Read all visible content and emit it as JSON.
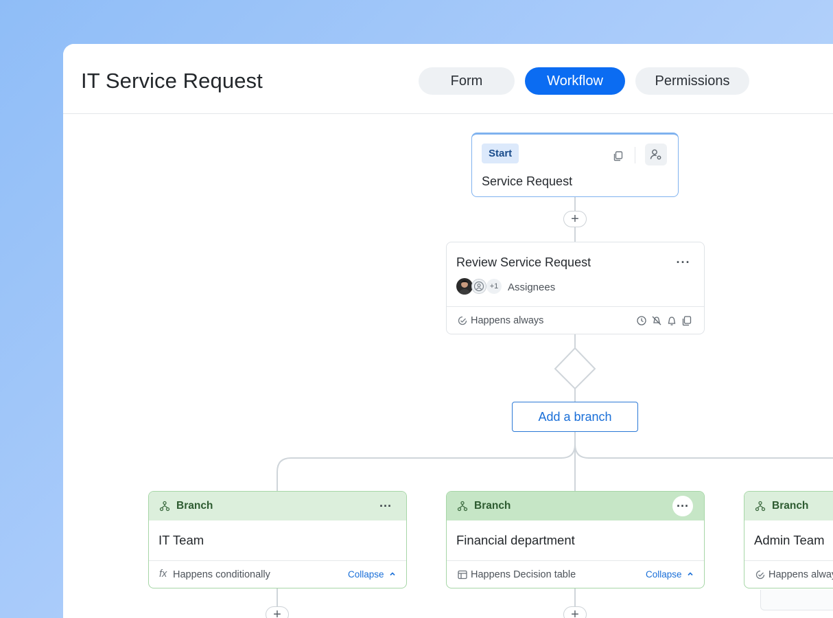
{
  "header": {
    "title": "IT Service Request",
    "tabs": [
      {
        "label": "Form",
        "active": false
      },
      {
        "label": "Workflow",
        "active": true
      },
      {
        "label": "Permissions",
        "active": false
      }
    ]
  },
  "start_node": {
    "badge": "Start",
    "title": "Service Request",
    "icons": [
      "copy-icon",
      "user-settings-icon"
    ]
  },
  "review_node": {
    "title": "Review Service Request",
    "extra_count": "+1",
    "assignees_label": "Assignees",
    "condition": "Happens always",
    "icons": [
      "clock-icon",
      "bell-off-icon",
      "bell-icon",
      "copy-icon"
    ]
  },
  "add_branch_label": "Add a branch",
  "branches": [
    {
      "label": "Branch",
      "title": "IT Team",
      "condition": "Happens conditionally",
      "collapse": "Collapse",
      "condition_icon": "function-icon"
    },
    {
      "label": "Branch",
      "title": "Financial department",
      "condition": "Happens Decision table",
      "collapse": "Collapse",
      "condition_icon": "table-icon"
    },
    {
      "label": "Branch",
      "title": "Admin Team",
      "condition": "Happens always",
      "condition_icon": "check-icon"
    }
  ],
  "colors": {
    "accent": "#0b6cf2",
    "branch_header": "#dcefdc",
    "branch_border": "#a6d6a6",
    "start_border": "#7fb2ef",
    "link": "#1a6fd8"
  }
}
